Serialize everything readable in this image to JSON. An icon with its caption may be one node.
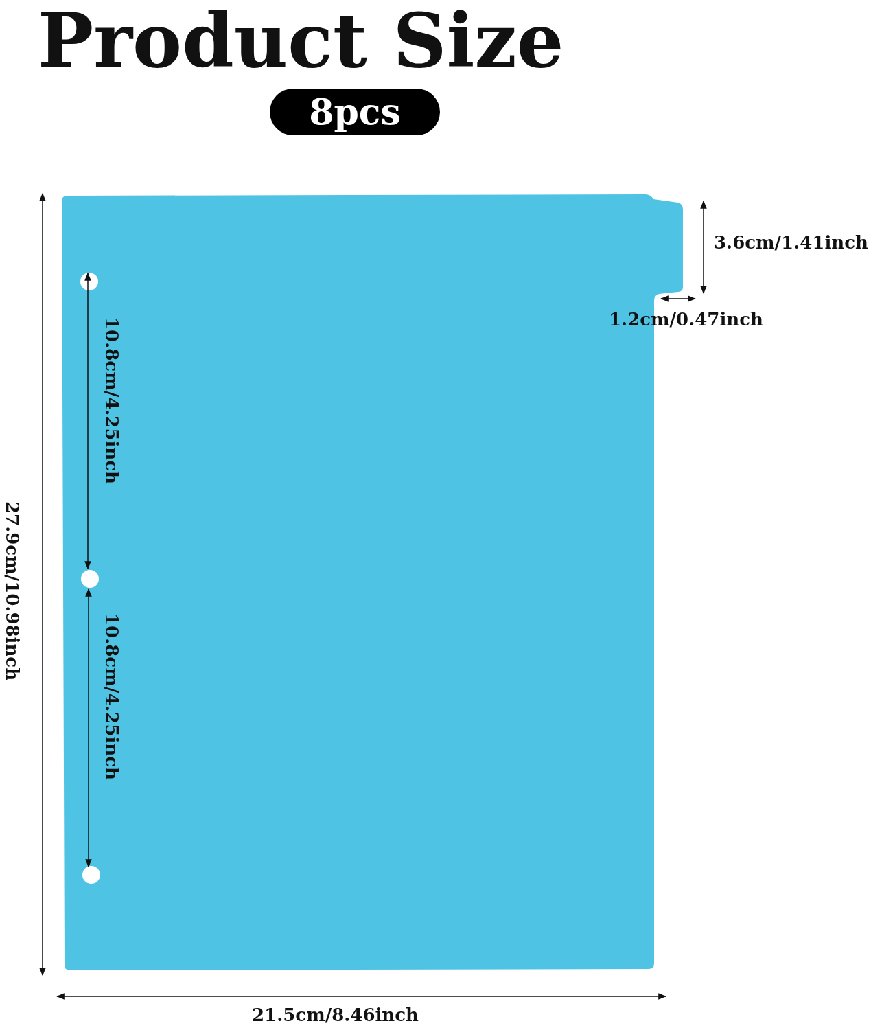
{
  "diagram": {
    "title": "Product Size",
    "nodes": [
      {
        "text": [
          "8pcs"
        ]
      }
    ],
    "labels": [
      "3.6cm/1.41inch",
      "1.2cm/0.47inch",
      "10.8cm/4.25inch",
      "27.9cm/10.98inch",
      "10.8cm/4.25inch",
      "21.5cm/8.46inch"
    ]
  }
}
